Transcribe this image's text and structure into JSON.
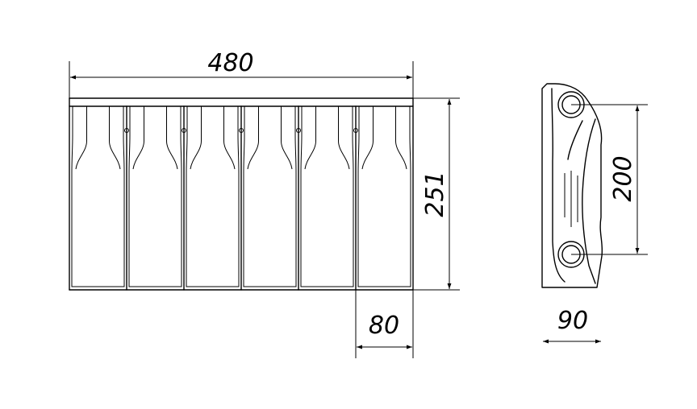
{
  "dimensions": {
    "width": "480",
    "height": "251",
    "section_width": "80",
    "axis_distance": "200",
    "depth": "90"
  },
  "sections_count": 6
}
